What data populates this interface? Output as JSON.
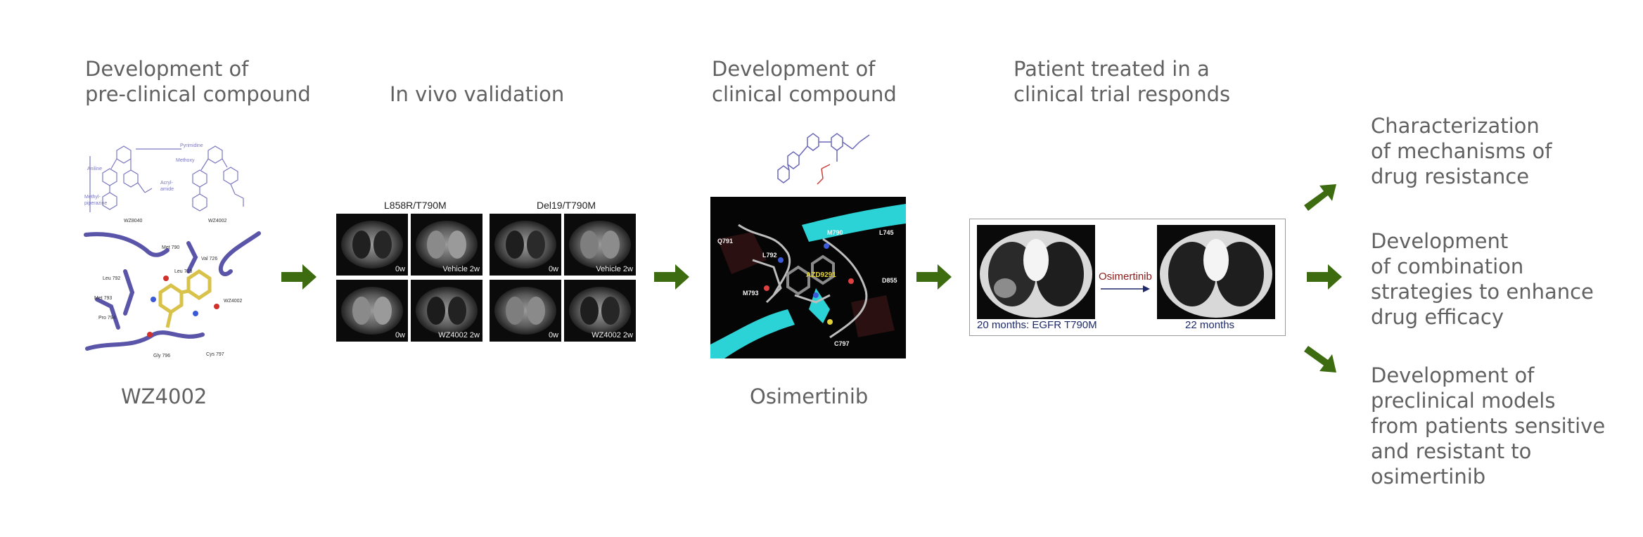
{
  "stages": [
    {
      "heading": "Development of\npre-clinical compound",
      "caption": "WZ4002"
    },
    {
      "heading": "In vivo validation"
    },
    {
      "heading": "Development of\nclinical compound",
      "caption": "Osimertinib"
    },
    {
      "heading": "Patient treated in a\nclinical trial responds"
    }
  ],
  "outcomes": [
    "Characterization\nof mechanisms of\ndrug resistance",
    "Development\nof combination\nstrategies to enhance\ndrug efficacy",
    "Development of\npreclinical models\nfrom patients sensitive\nand resistant to\nosimertinib"
  ],
  "structure_labels": {
    "pyrimidine": "Pyrimidine",
    "methoxy": "Methoxy",
    "aniline": "Aniline",
    "acrylamide_1": "Acryl-",
    "acrylamide_2": "amide",
    "methylpiperazine_1": "Methyl-",
    "methylpiperazine_2": "piperazine",
    "compound_left": "WZ8040",
    "compound_right": "WZ4002"
  },
  "binding_site_labels": {
    "met790": "Met 790",
    "val726": "Val 726",
    "leu718": "Leu 718",
    "leu792": "Leu 792",
    "met793": "Met 793",
    "pro794": "Pro 794",
    "gly796": "Gly 796",
    "cys797": "Cys 797",
    "ligand": "WZ4002"
  },
  "mri": {
    "group_1": "L858R/T790M",
    "group_2": "Del19/T790M",
    "panels": [
      {
        "label": "0w"
      },
      {
        "label": "Vehicle 2w"
      },
      {
        "label": "0w"
      },
      {
        "label": "Vehicle 2w"
      },
      {
        "label": "0w"
      },
      {
        "label": "WZ4002 2w"
      },
      {
        "label": "0w"
      },
      {
        "label": "WZ4002 2w"
      }
    ]
  },
  "crystal_labels": {
    "q791": "Q791",
    "m790": "M790",
    "l745": "L745",
    "l792": "L792",
    "azd": "AZD9291",
    "d855": "D855",
    "m793": "M793",
    "c797": "C797"
  },
  "ct": {
    "before_label": "20 months: EGFR T790M",
    "drug_label": "Osimertinib",
    "after_label": "22 months"
  },
  "colors": {
    "arrow": "#3d6b10",
    "text": "#616161",
    "structure": "#7b78c0",
    "teal": "#2cd3d6",
    "drug_red": "#8b1a1a",
    "ct_caption": "#1e2a6a"
  }
}
